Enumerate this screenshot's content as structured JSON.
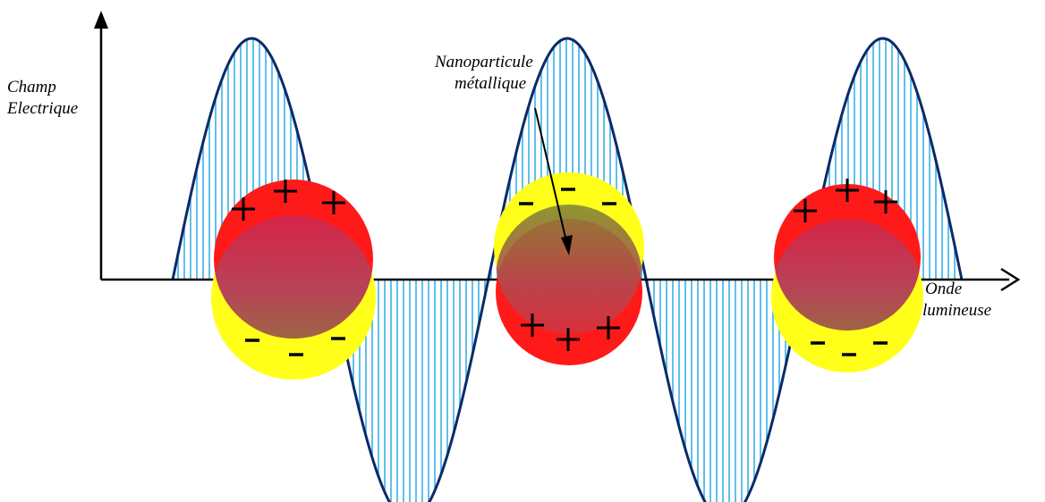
{
  "axes": {
    "y_label": [
      "Champ",
      "Electrique"
    ],
    "x_label": [
      "Onde",
      "lumineuse"
    ]
  },
  "annotation": {
    "label": [
      "Nanoparticule",
      "métallique"
    ]
  },
  "particles": [
    {
      "id": "left",
      "top_charge": "+",
      "bottom_charge": "-"
    },
    {
      "id": "center",
      "top_charge": "-",
      "bottom_charge": "+"
    },
    {
      "id": "right",
      "top_charge": "+",
      "bottom_charge": "-"
    }
  ],
  "colors": {
    "wave_stroke": "#0a2a6b",
    "wave_hatch": "#3ab0e6",
    "positive_cloud": "#ff1a1a",
    "negative_cloud": "#ffff1a",
    "overlap": "#8a7a3a",
    "axis": "#000000"
  }
}
